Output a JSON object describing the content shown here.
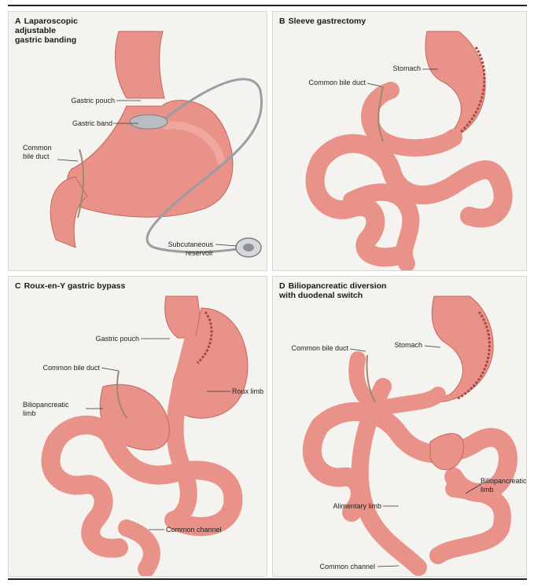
{
  "colors": {
    "tissue": "#e8928a",
    "tissue_light": "#f3b6ae",
    "tissue_dark": "#c4665f",
    "panel_bg": "#f4f3ef",
    "band": "#b9bcc0"
  },
  "panels": [
    {
      "letter": "A",
      "title": "Laparoscopic\nadjustable\ngastric banding",
      "labels": {
        "gastric_pouch": "Gastric pouch",
        "gastric_band": "Gastric band",
        "common_bile_duct": "Common\nbile duct",
        "subcutaneous_reservoir": "Subcutaneous\nreservoir"
      }
    },
    {
      "letter": "B",
      "title": "Sleeve gastrectomy",
      "labels": {
        "stomach": "Stomach",
        "common_bile_duct": "Common bile duct"
      }
    },
    {
      "letter": "C",
      "title": "Roux-en-Y gastric bypass",
      "labels": {
        "gastric_pouch": "Gastric pouch",
        "common_bile_duct": "Common bile duct",
        "roux_limb": "Roux limb",
        "biliopancreatic_limb": "Biliopancreatic\nlimb",
        "common_channel": "Common channel"
      }
    },
    {
      "letter": "D",
      "title": "Biliopancreatic diversion\nwith duodenal switch",
      "labels": {
        "common_bile_duct": "Common bile duct",
        "stomach": "Stomach",
        "biliopancreatic_limb": "Biliopancreatic\nlimb",
        "alimentary_limb": "Alimentary limb",
        "common_channel": "Common channel"
      }
    }
  ]
}
